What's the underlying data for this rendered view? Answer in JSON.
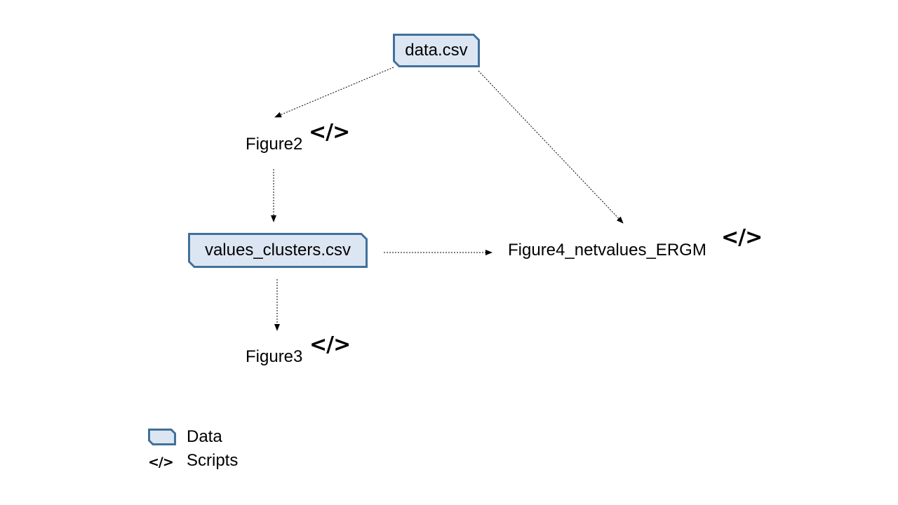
{
  "colors": {
    "data_fill": "#dce6f2",
    "data_stroke": "#41719c",
    "edge": "#000000"
  },
  "nodes": {
    "data_csv": {
      "label": "data.csv",
      "kind": "data"
    },
    "figure2": {
      "label": "Figure2",
      "kind": "script",
      "icon": "</>"
    },
    "values_clusters": {
      "label": "values_clusters.csv",
      "kind": "data"
    },
    "figure3": {
      "label": "Figure3",
      "kind": "script",
      "icon": "</>"
    },
    "figure4": {
      "label": "Figure4_netvalues_ERGM",
      "kind": "script",
      "icon": "</>"
    }
  },
  "edges": [
    {
      "from": "data.csv",
      "to": "Figure2"
    },
    {
      "from": "data.csv",
      "to": "Figure4_netvalues_ERGM"
    },
    {
      "from": "Figure2",
      "to": "values_clusters.csv"
    },
    {
      "from": "values_clusters.csv",
      "to": "Figure4_netvalues_ERGM"
    },
    {
      "from": "values_clusters.csv",
      "to": "Figure3"
    }
  ],
  "legend": {
    "data_label": "Data",
    "scripts_icon": "</>",
    "scripts_label": "Scripts"
  }
}
